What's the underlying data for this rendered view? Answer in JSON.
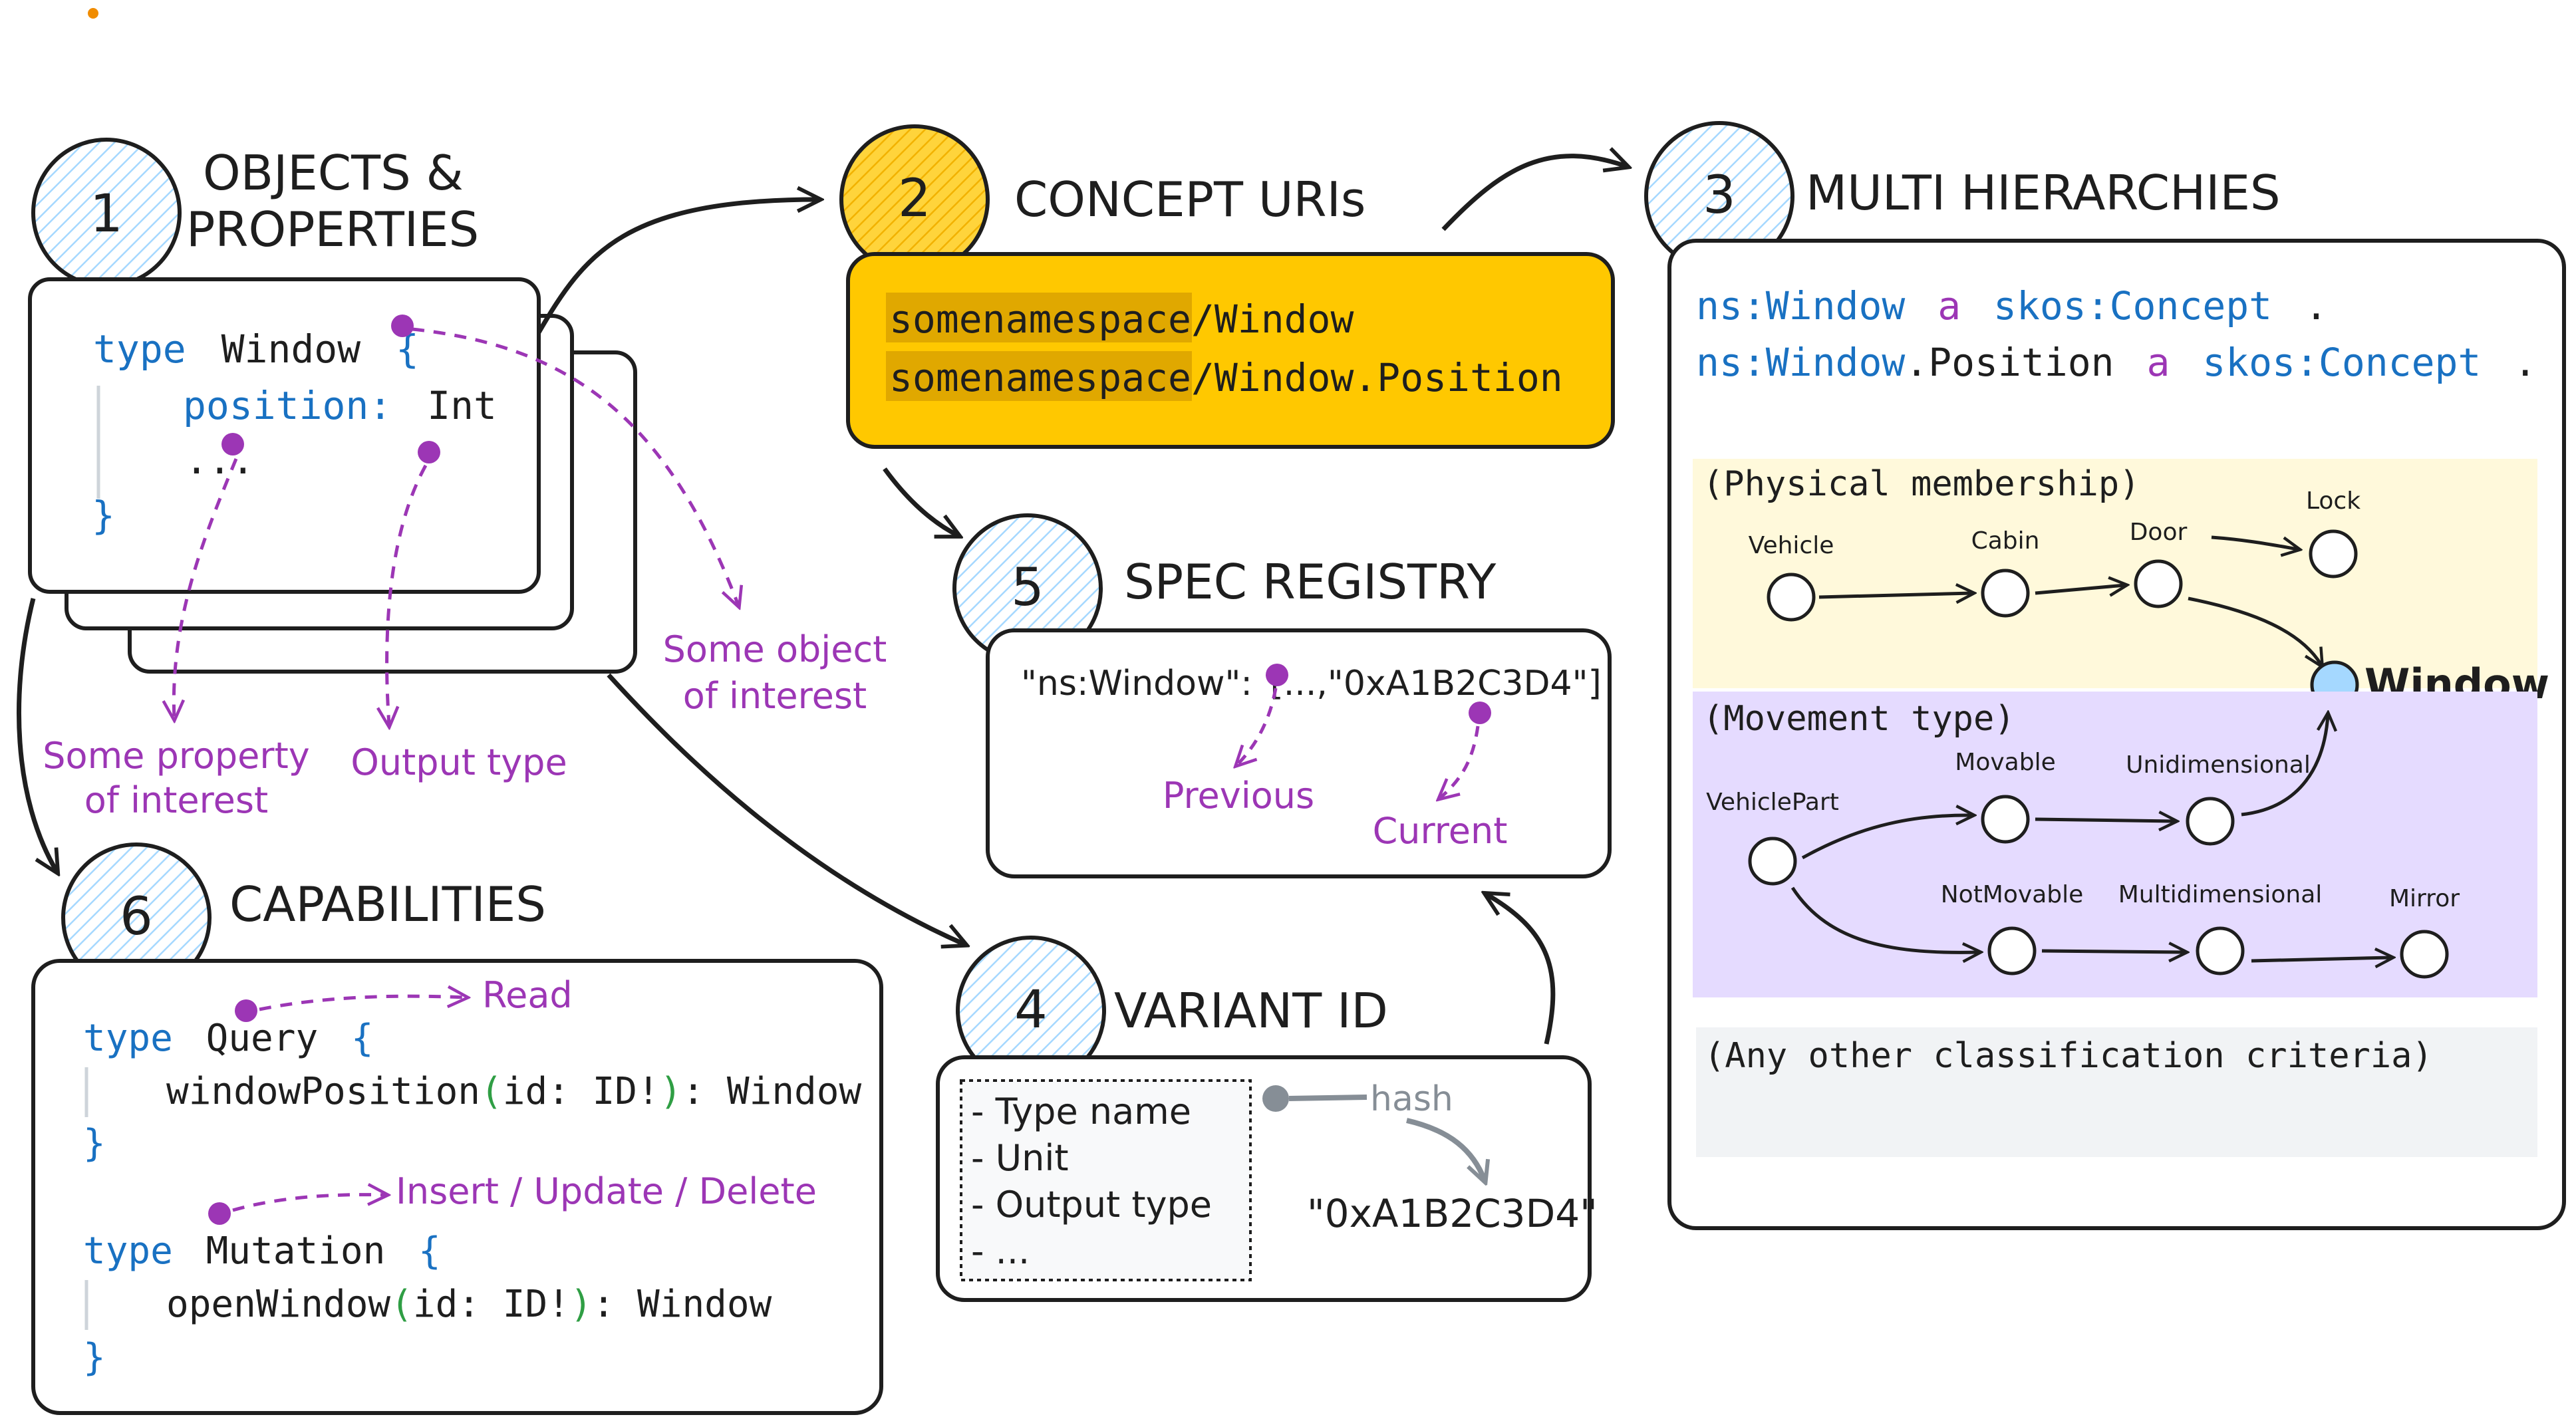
{
  "colors": {
    "ink": "#1e1e1e",
    "purple": "#9c36b5",
    "keyword": "#1971c2",
    "paren": "#2f9e44",
    "gray": "#868e96",
    "hatch": "#a5d8ff",
    "gold": "#ffc9c9",
    "concept_fill": "#ffc800",
    "concept_circle": "#ffd43b",
    "physical_bg": "#fff9db",
    "movement_bg": "#e5dbff",
    "other_bg": "#f1f3f5",
    "window_node": "#a5d8ff"
  },
  "sections": {
    "s1": {
      "number": "1",
      "title_line1": "OBJECTS &",
      "title_line2": "PROPERTIES"
    },
    "s2": {
      "number": "2",
      "title": "CONCEPT URIs"
    },
    "s3": {
      "number": "3",
      "title": "MULTI HIERARCHIES"
    },
    "s4": {
      "number": "4",
      "title": "VARIANT ID"
    },
    "s5": {
      "number": "5",
      "title": "SPEC REGISTRY"
    },
    "s6": {
      "number": "6",
      "title": "CAPABILITIES"
    }
  },
  "objects_code": {
    "kw_type": "type",
    "type_name": "Window",
    "open_brace": "{",
    "field": "position:",
    "field_type": "Int",
    "ellipsis": "...",
    "close_brace": "}"
  },
  "objects_annotations": {
    "property": [
      "Some property",
      "of interest"
    ],
    "output": "Output type",
    "object": [
      "Some object",
      "of interest"
    ]
  },
  "concept_uris": {
    "line1_ns": "somenamespace",
    "line1_rest": "/Window",
    "line2_ns": "somenamespace",
    "line2_rest": "/Window.Position"
  },
  "hierarchies": {
    "triple1": {
      "subject_ns": "ns:",
      "subject": "Window",
      "a": "a",
      "object": "skos:Concept",
      "dot": "."
    },
    "triple2": {
      "subject_ns": "ns:",
      "subject": "Window",
      "suffix": ".Position",
      "a": "a",
      "object": "skos:Concept",
      "dot": "."
    },
    "physical": {
      "label": "(Physical membership)",
      "nodes": {
        "vehicle": "Vehicle",
        "cabin": "Cabin",
        "door": "Door",
        "lock": "Lock"
      }
    },
    "window_label": "Window",
    "movement": {
      "label": "(Movement type)",
      "nodes": {
        "vehiclepart": "VehiclePart",
        "movable": "Movable",
        "unidimensional": "Unidimensional",
        "notmovable": "NotMovable",
        "multidimensional": "Multidimensional",
        "mirror": "Mirror"
      }
    },
    "other_label": "(Any other classification criteria)"
  },
  "registry": {
    "key": "\"ns:Window\":",
    "open": "[",
    "prev": "...,",
    "current": "\"0xA1B2C3D4\"]",
    "label_previous": "Previous",
    "label_current": "Current"
  },
  "variant": {
    "items": [
      "- Type name",
      "- Unit",
      "- Output type",
      "- ..."
    ],
    "hash_label": "hash",
    "hash_value": "\"0xA1B2C3D4\""
  },
  "capabilities": {
    "query": {
      "kw": "type",
      "name": "Query",
      "brace": "{",
      "field": "windowPosition",
      "args": "id: ID!",
      "ret": ": Window",
      "close": "}"
    },
    "mutation": {
      "kw": "type",
      "name": "Mutation",
      "brace": "{",
      "field": "openWindow",
      "args": "id: ID!",
      "ret": ": Window",
      "close": "}"
    },
    "read_label": "Read",
    "write_label": "Insert / Update / Delete"
  }
}
